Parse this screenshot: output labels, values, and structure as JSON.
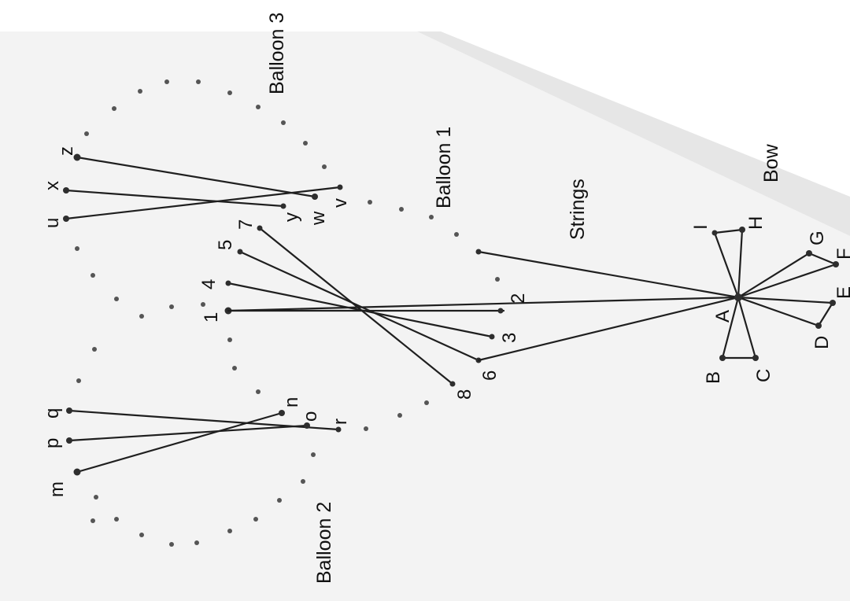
{
  "titles": {
    "balloon1": "Balloon 1",
    "balloon2": "Balloon 2",
    "balloon3": "Balloon 3",
    "strings": "Strings",
    "bow": "Bow"
  },
  "labels": {
    "A": "A",
    "B": "B",
    "C": "C",
    "D": "D",
    "E": "E",
    "F": "F",
    "G": "G",
    "H": "H",
    "I": "I",
    "n1": "1",
    "n2": "2",
    "n3": "3",
    "n4": "4",
    "n5": "5",
    "n6": "6",
    "n7": "7",
    "n8": "8",
    "m": "m",
    "n": "n",
    "o": "o",
    "p": "p",
    "q": "q",
    "r": "r",
    "u": "u",
    "v": "v",
    "w": "w",
    "x": "x",
    "y": "y",
    "z": "z"
  },
  "colors": {
    "paper": "#f3f3f3",
    "ink": "#1f1f1f",
    "shadow": "#c9c9c9"
  }
}
